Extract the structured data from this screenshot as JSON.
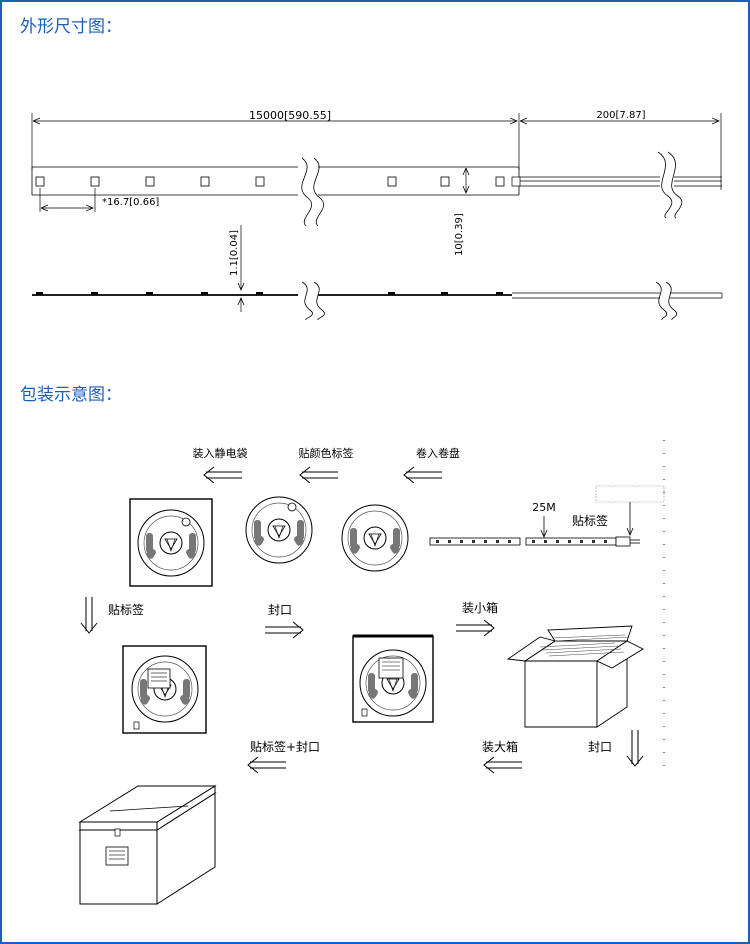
{
  "sections": {
    "dimension_title": "外形尺寸图：",
    "packaging_title": "包装示意图："
  },
  "dimensions": {
    "total_length": "15000[590.55]",
    "lead_length": "200[7.87]",
    "led_pitch": "*16.7[0.66]",
    "strip_width": "10[0.39]",
    "strip_thickness": "1.1[0.04]"
  },
  "packaging": {
    "step_static_bag": "装入静电袋",
    "step_color_label": "贴颜色标签",
    "step_roll_reel": "卷入卷盘",
    "length_25m": "25M",
    "step_label_top": "贴标签",
    "step_label_left": "贴标签",
    "step_seal": "封口",
    "step_small_box": "装小箱",
    "step_big_box": "装大箱",
    "step_seal_right": "封口",
    "step_label_seal": "贴标签+封口"
  }
}
